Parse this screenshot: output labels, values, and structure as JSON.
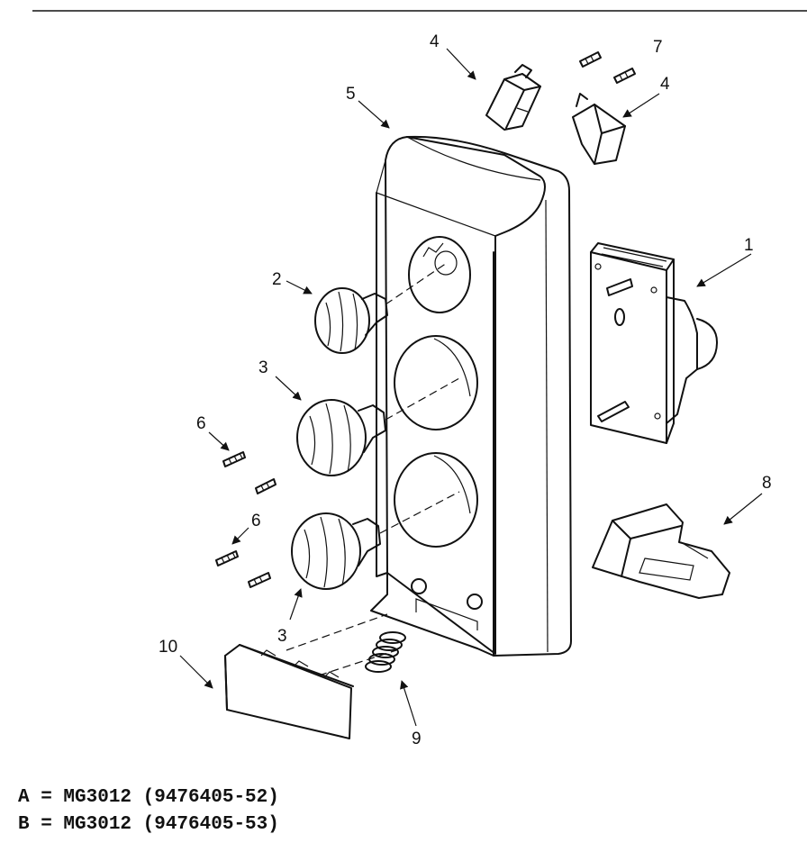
{
  "callouts": {
    "c1": "1",
    "c2": "2",
    "c3a": "3",
    "c3b": "3",
    "c4a": "4",
    "c4b": "4",
    "c5": "5",
    "c6a": "6",
    "c6b": "6",
    "c7": "7",
    "c8": "8",
    "c9": "9",
    "c10": "10"
  },
  "legend": {
    "a": "A = MG3012 (9476405-52)",
    "b": "B = MG3012 (9476405-53)"
  }
}
